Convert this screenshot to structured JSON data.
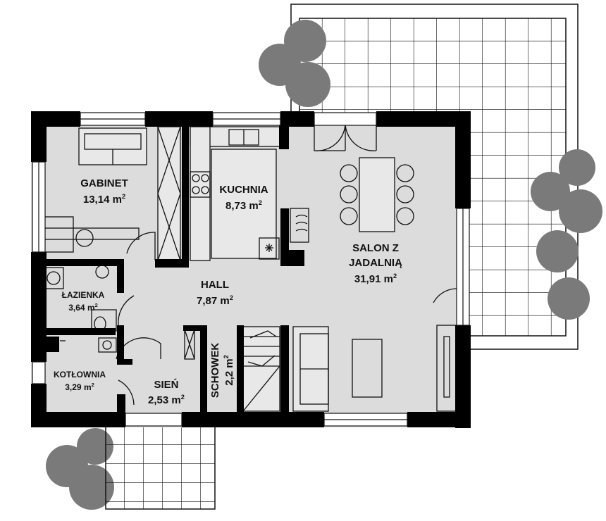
{
  "colors": {
    "wall": "#000000",
    "floor": "#dcdcdc",
    "terrace_line": "#111111",
    "tree": "#7a7a7a",
    "background": "#ffffff"
  },
  "area_unit": "m",
  "area_unit_exponent": "2",
  "rooms": {
    "gabinet": {
      "name": "GABINET",
      "area": "13,14"
    },
    "kuchnia": {
      "name": "KUCHNIA",
      "area": "8,73"
    },
    "salon": {
      "name_line1": "SALON Z",
      "name_line2": "JADALNIĄ",
      "area": "31,91"
    },
    "lazienka": {
      "name": "ŁAZIENKA",
      "area": "3,64"
    },
    "hall": {
      "name": "HALL",
      "area": "7,87"
    },
    "kotlownia": {
      "name": "KOTŁOWNIA",
      "area": "3,29"
    },
    "sien": {
      "name": "SIEŃ",
      "area": "2,53"
    },
    "schowek": {
      "name": "SCHOWEK",
      "area": "2,2"
    }
  }
}
